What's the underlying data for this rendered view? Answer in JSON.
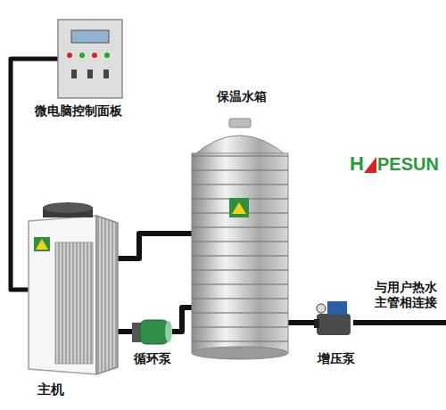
{
  "diagram": {
    "nodes": [
      {
        "text": [
          "微电脑控制面板"
        ]
      },
      {
        "text": [
          "保温水箱"
        ]
      },
      {
        "text": [
          "主机"
        ]
      },
      {
        "text": [
          "循环泵"
        ]
      },
      {
        "text": [
          "增压泵"
        ]
      }
    ],
    "edges": [
      {
        "from": 0,
        "to": 2,
        "arrow": "none"
      },
      {
        "from": 2,
        "to": 1,
        "arrow": "none"
      },
      {
        "from": 2,
        "to": 3,
        "arrow": "none"
      },
      {
        "from": 3,
        "to": 1,
        "arrow": "none"
      },
      {
        "from": 1,
        "to": 4,
        "arrow": "none"
      }
    ],
    "labels": [
      "H",
      "PESUN",
      "与用户热水 主管相连接"
    ]
  }
}
